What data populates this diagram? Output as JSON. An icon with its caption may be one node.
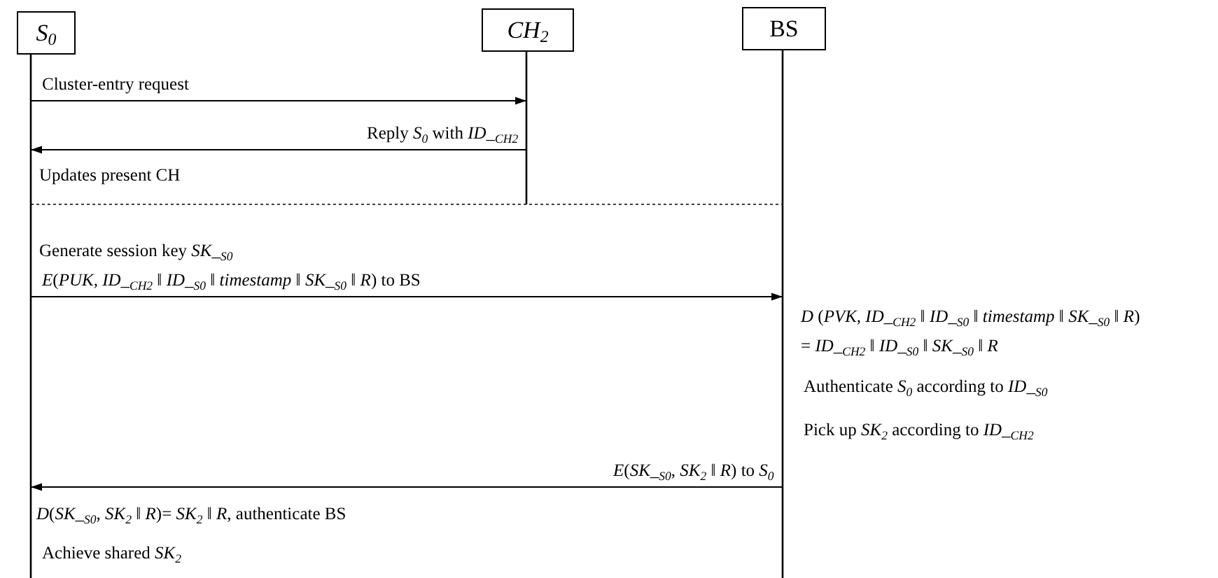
{
  "diagram": {
    "nodes": [
      {
        "text": [
          "S$_{0}$"
        ]
      },
      {
        "text": [
          "CH$_{2}$"
        ]
      },
      {
        "text": [
          "BS"
        ]
      }
    ],
    "edges": [
      {
        "from": 0,
        "to": 1,
        "arrow": "to",
        "label": "Cluster-entry request"
      },
      {
        "from": 1,
        "to": 0,
        "arrow": "to",
        "label": "Reply *S*$_{0}$ with *ID_*$_{CH2}$"
      },
      {
        "from": 0,
        "to": 2,
        "arrow": "to",
        "label": "*E*(*PUK, ID_*$_{CH2}$ ‖ *ID_*$_{S0}$ ‖ *timestamp* ‖ *SK_*$_{S0}$ ‖ *R*) to BS"
      },
      {
        "from": 2,
        "to": 0,
        "arrow": "to",
        "label": "*E*(*SK_*$_{S0}$, *SK*$_{2}$ ‖ *R*) to *S*$_{0}$"
      }
    ],
    "labels": [
      "Updates present CH",
      "Generate session key *SK_*$_{S0}$",
      "*D* (*PVK, ID_*$_{CH2}$ ‖ *ID_*$_{S0}$ ‖ *timestamp* ‖ *SK_*$_{S0}$ ‖ *R*)",
      "= *ID_*$_{CH2}$ ‖ *ID_*$_{S0}$ ‖ *SK_*$_{S0}$ ‖ *R*",
      "Authenticate *S*$_{0}$ according to *ID_*$_{S0}$",
      "Pick up *SK*$_{2}$ according to *ID_*$_{CH2}$",
      "*D*(*SK_*$_{S0}$, *SK*$_{2}$ ‖ *R*)= *SK*$_{2}$ ‖ *R*, authenticate BS",
      "Achieve shared *SK*$_{2}$"
    ]
  }
}
